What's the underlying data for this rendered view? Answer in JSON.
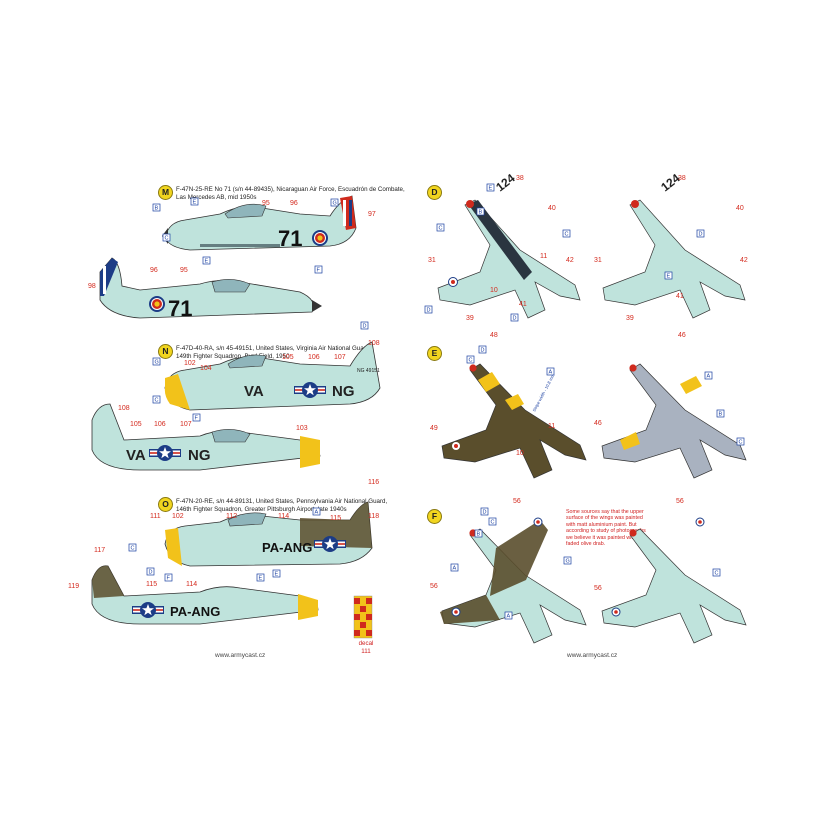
{
  "sections": {
    "m": {
      "badge": "M",
      "caption": [
        "F-47N-25-RE No 71 (s/n 44-89435), Nicaraguan Air Force, Escuadrón de Combate,",
        "Las Mercedes AB, mid 1950s"
      ],
      "code": "71"
    },
    "n": {
      "badge": "N",
      "caption": [
        "F-47D-40-RA, s/n 45-49151, United States, Virginia Air National Guard,",
        "149th Fighter Squadron, Byrd Field, 1950"
      ],
      "code_left": "VA",
      "code_right": "NG",
      "tail_small": "NG\n49151"
    },
    "o": {
      "badge": "O",
      "caption": [
        "F-47N-20-RE, s/n 44-89131, United States, Pennsylvania Air National Guard,",
        "146th Fighter Squadron, Greater Pittsburgh Airport, late 1940s"
      ],
      "code": "PA-ANG"
    },
    "d": {
      "badge": "D",
      "wing_code": "124"
    },
    "e": {
      "badge": "E",
      "stripe_note": "Stripe width - 10,8 mm"
    },
    "f": {
      "badge": "F",
      "note": [
        "Some sources say that the upper",
        "surface of the wings was painted",
        "with matt aluminium paint. But",
        "according to study of photographs",
        "we believe it was painted with",
        "faded olive drab."
      ]
    }
  },
  "decal_label": [
    "decal",
    "111"
  ],
  "footer": "www.armycast.cz",
  "colors": {
    "aluminium": "#bfe3dc",
    "olive": "#5a4e2c",
    "grey": "#a9b2c0",
    "yellow": "#f2c21a",
    "red": "#cf2a1d",
    "blue": "#1c3c86",
    "callout_red": "#d42a1e",
    "callout_blue": "#1a3fa0"
  },
  "callouts": {
    "m_top": [
      "B",
      "E",
      "95",
      "96",
      "G",
      "97",
      "E",
      "C",
      "F"
    ],
    "m_bottom": [
      "98",
      "96",
      "95"
    ],
    "n_top": [
      "G",
      "105",
      "106",
      "107",
      "108",
      "102",
      "104",
      "C",
      "D",
      "F"
    ],
    "n_bottom": [
      "108",
      "105",
      "106",
      "107",
      "103"
    ],
    "o_top": [
      "111",
      "102",
      "112",
      "114",
      "A",
      "115",
      "116",
      "118",
      "C",
      "D",
      "E"
    ],
    "o_bottom": [
      "117",
      "115",
      "114",
      "119",
      "F",
      "E"
    ],
    "d_left": [
      "E",
      "38",
      "40",
      "B",
      "11",
      "42",
      "31",
      "C",
      "10",
      "41",
      "D",
      "39",
      "D",
      "C"
    ],
    "d_right": [
      "38",
      "40",
      "D",
      "42",
      "31",
      "E",
      "41",
      "39"
    ],
    "e_left": [
      "48",
      "D",
      "A",
      "C",
      "11",
      "49",
      "10"
    ],
    "e_right": [
      "46",
      "A",
      "B",
      "46",
      "C"
    ],
    "f_left": [
      "D",
      "56",
      "C",
      "B",
      "A",
      "G",
      "56",
      "A"
    ],
    "f_right": [
      "56",
      "C",
      "56"
    ]
  }
}
